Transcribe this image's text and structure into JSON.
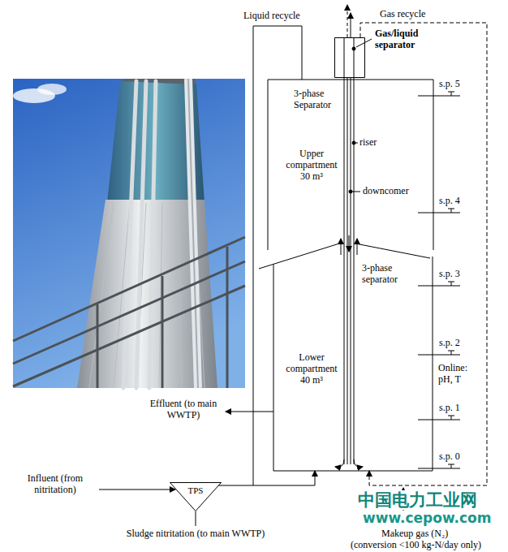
{
  "diagram": {
    "nodes": [
      {
        "text": [
          "Upper compartment 30 m³",
          "Lower compartment 40 m³"
        ]
      },
      {
        "text": [
          "Gas/liquid separator"
        ]
      },
      {
        "text": [
          "TPS"
        ]
      }
    ],
    "edges": [
      {
        "from": 2,
        "to": 0,
        "arrow": "to"
      },
      {
        "from": 1,
        "to": 0,
        "label": "Gas recycle",
        "arrow": "to"
      }
    ],
    "labels": [
      "Liquid recycle",
      "3-phase Separator",
      "riser",
      "downcomer",
      "3-phase separator",
      "s.p. 5",
      "s.p. 4",
      "s.p. 3",
      "s.p. 2",
      "Online: pH, T",
      "s.p. 1",
      "s.p. 0",
      "Effluent (to main WWTP)",
      "Influent (from nitritation)",
      "Sludge nitritation (to main WWTP)",
      "Makeup gas (N₂)",
      "(conversion <100 kg-N/day only)",
      "中国电力工业网",
      "www.cepow.com"
    ]
  }
}
